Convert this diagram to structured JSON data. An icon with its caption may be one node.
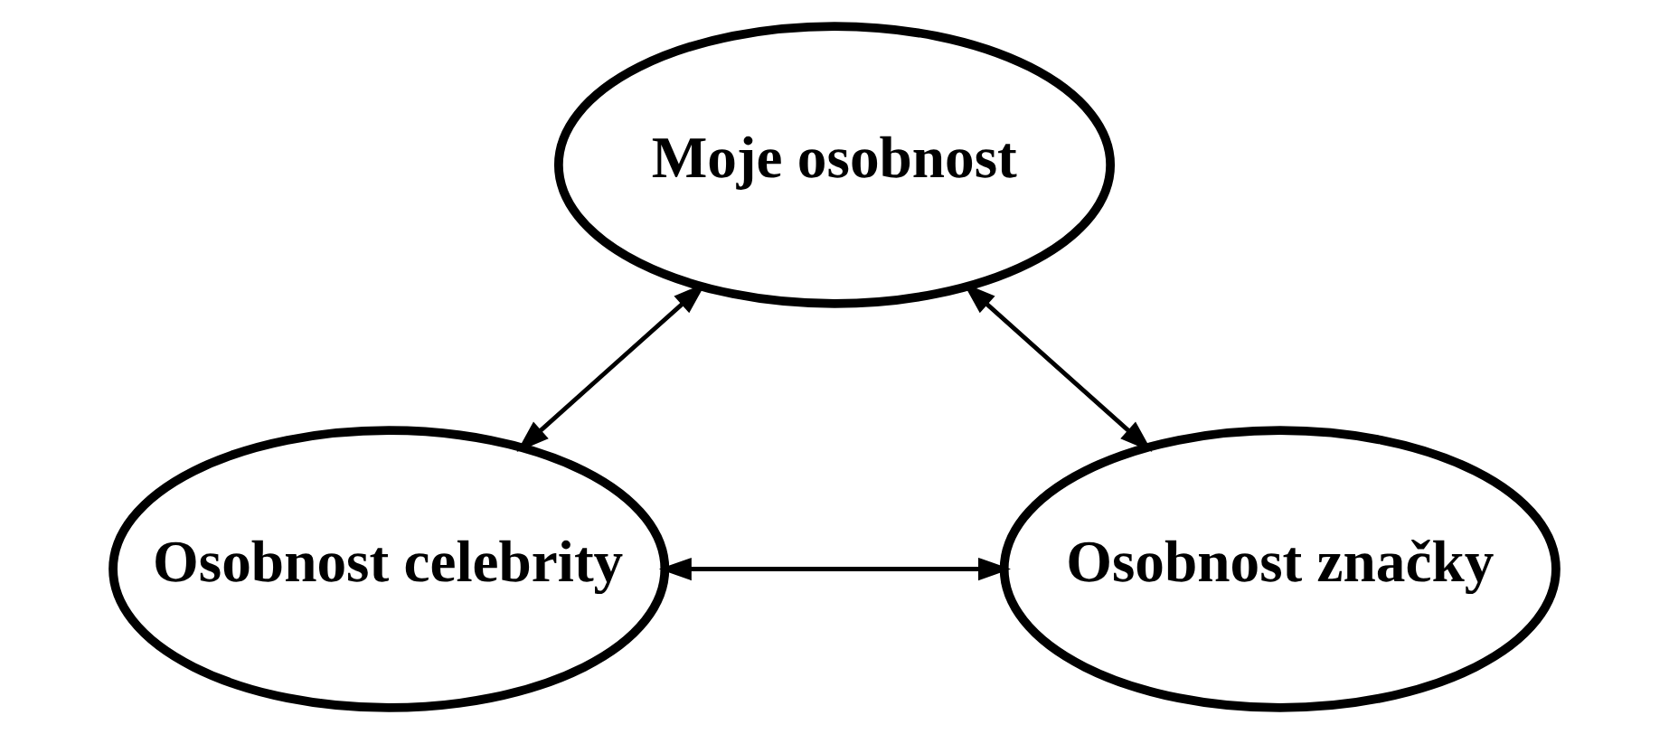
{
  "diagram": {
    "nodes": [
      {
        "text": [
          "Moje osobnost"
        ]
      },
      {
        "text": [
          "Osobnost celebrity"
        ]
      },
      {
        "text": [
          "Osobnost značky"
        ]
      }
    ],
    "edges": [
      {
        "from": 1,
        "to": 0,
        "arrow": "both"
      },
      {
        "from": 0,
        "to": 2,
        "arrow": "both"
      },
      {
        "from": 1,
        "to": 2,
        "arrow": "both"
      }
    ]
  }
}
